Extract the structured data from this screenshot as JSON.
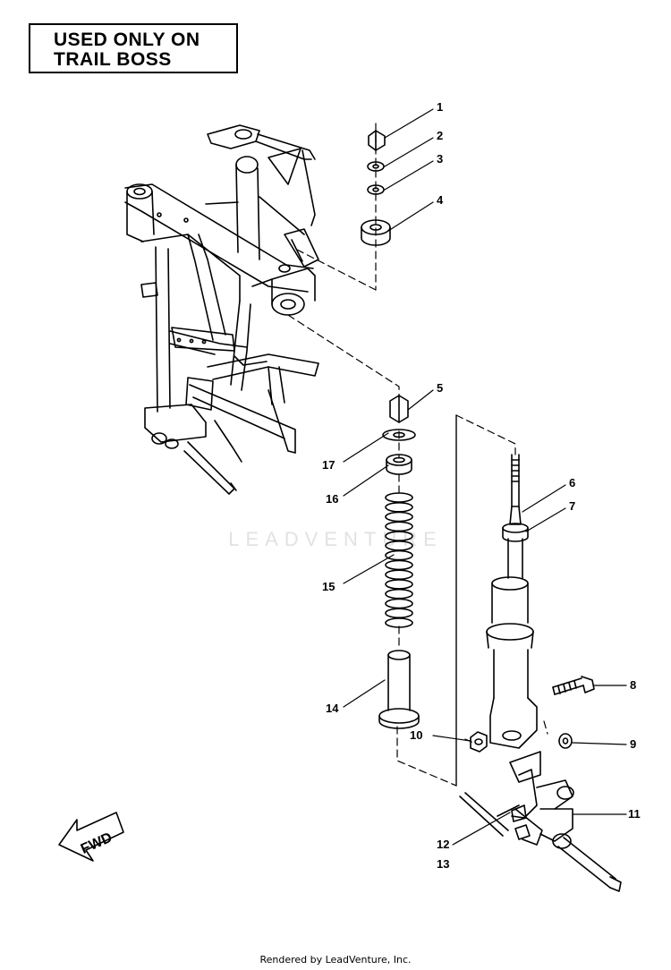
{
  "note": {
    "line1": "USED ONLY ON",
    "line2": "TRAIL BOSS"
  },
  "direction_label": "FWD",
  "callouts": [
    {
      "number": "1",
      "part": "nut"
    },
    {
      "number": "2",
      "part": "washer"
    },
    {
      "number": "3",
      "part": "washer"
    },
    {
      "number": "4",
      "part": "bushing"
    },
    {
      "number": "5",
      "part": "nut"
    },
    {
      "number": "6",
      "part": "shock-rod"
    },
    {
      "number": "7",
      "part": "shock-seal"
    },
    {
      "number": "8",
      "part": "bolt"
    },
    {
      "number": "9",
      "part": "washer"
    },
    {
      "number": "10",
      "part": "nut"
    },
    {
      "number": "11",
      "part": "spindle"
    },
    {
      "number": "12",
      "part": "bolt"
    },
    {
      "number": "13",
      "part": "nut"
    },
    {
      "number": "14",
      "part": "spring-sleeve"
    },
    {
      "number": "15",
      "part": "spring"
    },
    {
      "number": "16",
      "part": "spring-retainer"
    },
    {
      "number": "17",
      "part": "washer"
    }
  ],
  "watermark": "LEADVENTURE",
  "footer": "Rendered by LeadVenture, Inc."
}
